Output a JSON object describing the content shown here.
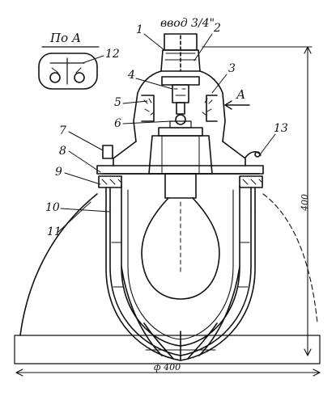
{
  "inlet_label": "ввод 3/4\"",
  "view_label": "По А",
  "view_arrow_label": "А",
  "height_dim": "400",
  "width_dim": "ф 400",
  "callouts": [
    "1",
    "2",
    "3",
    "4",
    "5",
    "6",
    "7",
    "8",
    "9",
    "10",
    "11",
    "12",
    "13"
  ]
}
